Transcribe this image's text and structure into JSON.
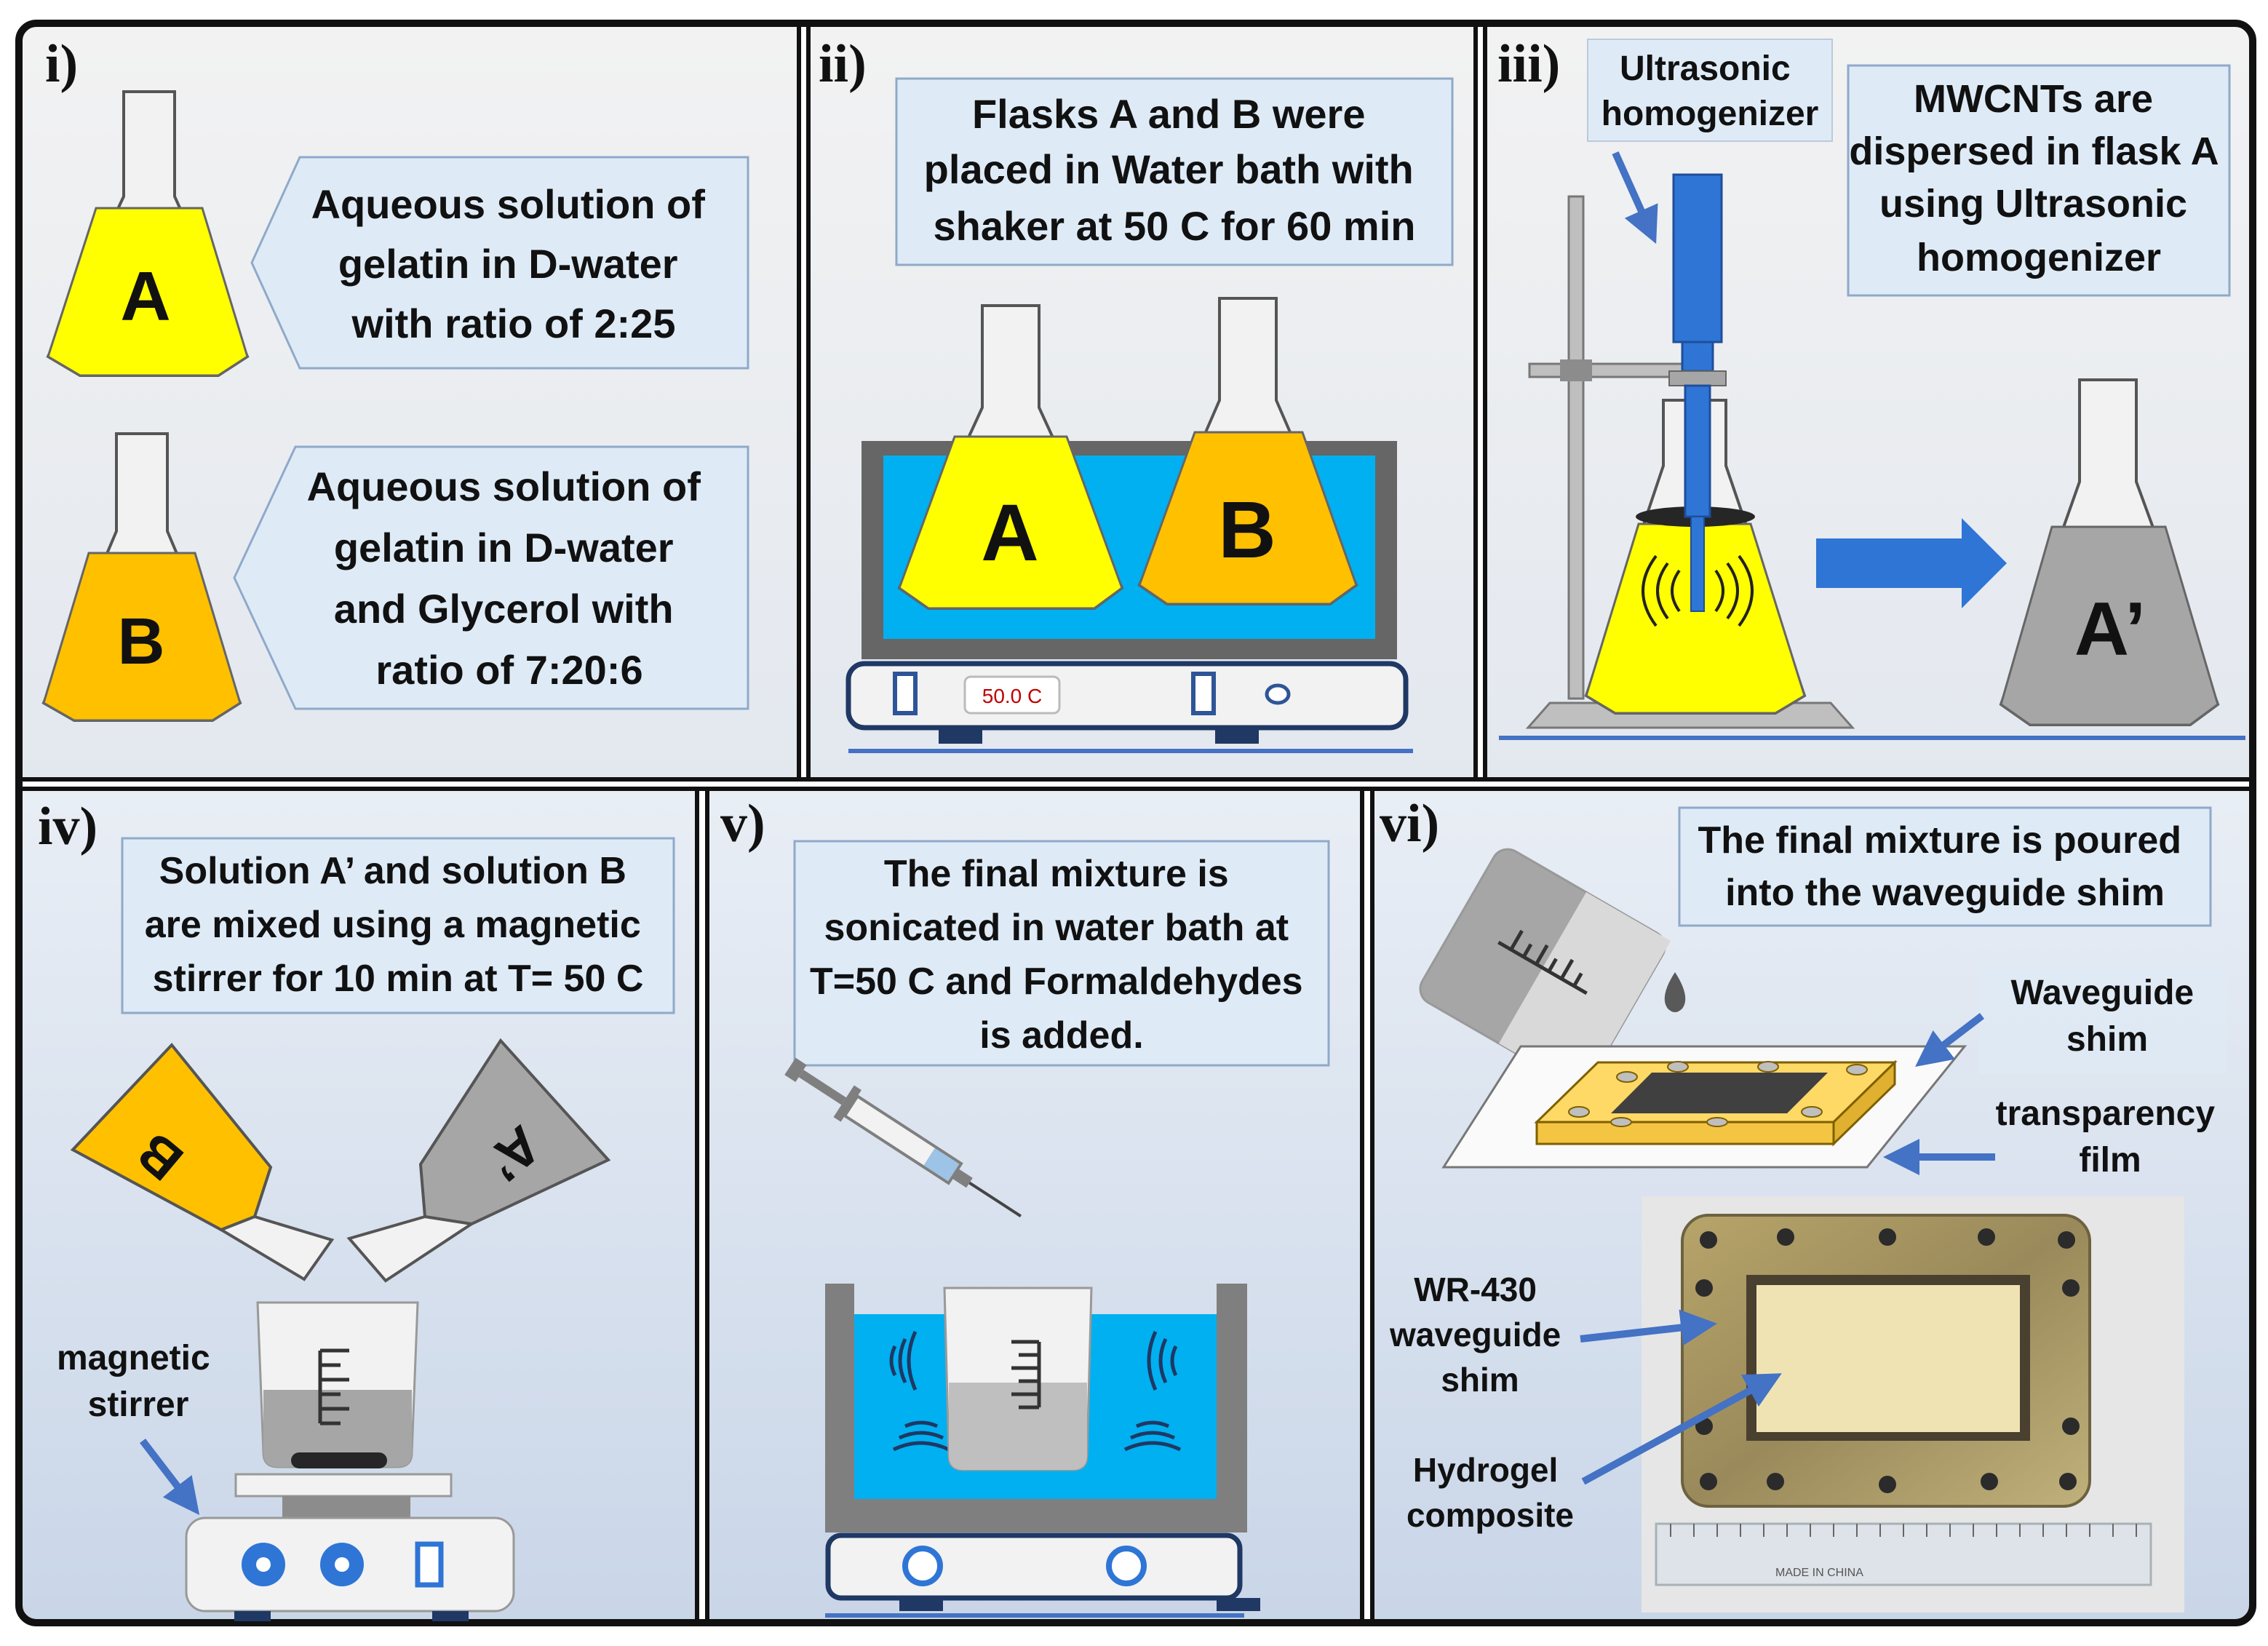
{
  "figure": {
    "panels": [
      {
        "id": "i",
        "label": "i)"
      },
      {
        "id": "ii",
        "label": "ii)"
      },
      {
        "id": "iii",
        "label": "iii)"
      },
      {
        "id": "iv",
        "label": "iv)"
      },
      {
        "id": "v",
        "label": "v)"
      },
      {
        "id": "vi",
        "label": "vi)"
      }
    ]
  },
  "panel_i": {
    "flask_a_letter": "A",
    "flask_b_letter": "B",
    "callout_a": [
      "Aqueous solution of",
      "gelatin in D-water",
      "with ratio of 2:25"
    ],
    "callout_b": [
      "Aqueous solution of",
      "gelatin in D-water",
      "and Glycerol with",
      "ratio of 7:20:6"
    ]
  },
  "panel_ii": {
    "caption": [
      "Flasks A and B were",
      "placed in Water bath with",
      "shaker at 50 C for 60 min"
    ],
    "flask_a_letter": "A",
    "flask_b_letter": "B",
    "display": "50.0 C"
  },
  "panel_iii": {
    "tool_label": [
      "Ultrasonic",
      "homogenizer"
    ],
    "caption": [
      "MWCNTs are",
      "dispersed in flask A",
      "using Ultrasonic",
      "homogenizer"
    ],
    "result_letter": "A’"
  },
  "panel_iv": {
    "caption": [
      "Solution A’ and solution B",
      "are mixed using a magnetic",
      "stirrer for 10 min at T= 50 C"
    ],
    "flask_b_letter": "B",
    "flask_a_letter": "A’",
    "stirrer_label": [
      "magnetic",
      "stirrer"
    ]
  },
  "panel_v": {
    "caption": [
      "The final mixture is",
      "sonicated in water bath at",
      "T=50 C and Formaldehydes",
      "is added."
    ]
  },
  "panel_vi": {
    "caption": [
      "The final mixture is poured",
      "into the waveguide shim"
    ],
    "shim_label": [
      "Waveguide",
      "shim"
    ],
    "film_label": [
      "transparency",
      "film"
    ],
    "photo_shim_label": [
      "WR-430",
      "waveguide",
      "shim"
    ],
    "photo_gel_label": [
      "Hydrogel",
      "composite"
    ],
    "ruler_text": "MADE IN CHINA"
  },
  "colors": {
    "yellow": "#ffff00",
    "orange": "#ffc000",
    "water": "#00b0f0",
    "arrow": "#4472c4",
    "callout": "#deebf7",
    "grey_solution": "#a6a6a6",
    "frame": "#111111"
  }
}
